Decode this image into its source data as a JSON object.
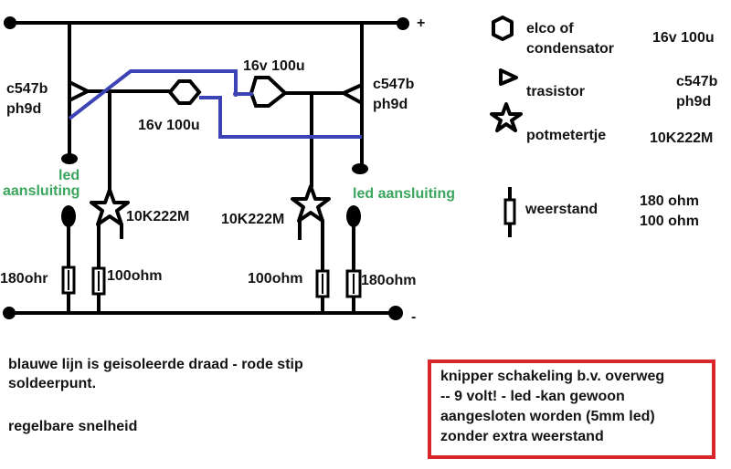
{
  "schematic": {
    "terminals": {
      "plus": "+",
      "minus": "-"
    },
    "transistor_left": {
      "type": "c547b",
      "code": "ph9d"
    },
    "transistor_right": {
      "type": "c547b",
      "code": "ph9d"
    },
    "capacitor_left": "16v 100u",
    "capacitor_right": "16v 100u",
    "pot_left": "10K222M",
    "pot_right": "10K222M",
    "led_left": {
      "line1": "led",
      "line2": "aansluiting"
    },
    "led_right": "led aansluiting",
    "resistors": [
      "180ohr",
      "100ohm",
      "100ohm",
      "180ohm"
    ],
    "colors": {
      "wire": "#000000",
      "insulated_wire": "#3c44b5",
      "led_label": "#3aa55c",
      "note_border": "#d9262c"
    }
  },
  "legend": {
    "items": [
      {
        "icon": "hexagon-icon",
        "label_line1": "elco of",
        "label_line2": "condensator",
        "value_line1": "16v 100u",
        "value_line2": ""
      },
      {
        "icon": "triangle-icon",
        "label_line1": "trasistor",
        "label_line2": "",
        "value_line1": "c547b",
        "value_line2": "ph9d"
      },
      {
        "icon": "star-icon",
        "label_line1": "potmetertje",
        "label_line2": "",
        "value_line1": "10K222M",
        "value_line2": ""
      },
      {
        "icon": "resistor-icon",
        "label_line1": "weerstand",
        "label_line2": "",
        "value_line1": "180 ohm",
        "value_line2": "100 ohm"
      }
    ]
  },
  "notes": {
    "line1": "blauwe lijn is geisoleerde draad  -  rode stip",
    "line2": "soldeerpunt.",
    "line3": "regelbare snelheid"
  },
  "boxed_note": {
    "lines": [
      "knipper schakeling b.v. overweg",
      "-- 9 volt!   - led  -kan gewoon",
      "aangesloten worden (5mm led)",
      "zonder extra weerstand"
    ]
  }
}
